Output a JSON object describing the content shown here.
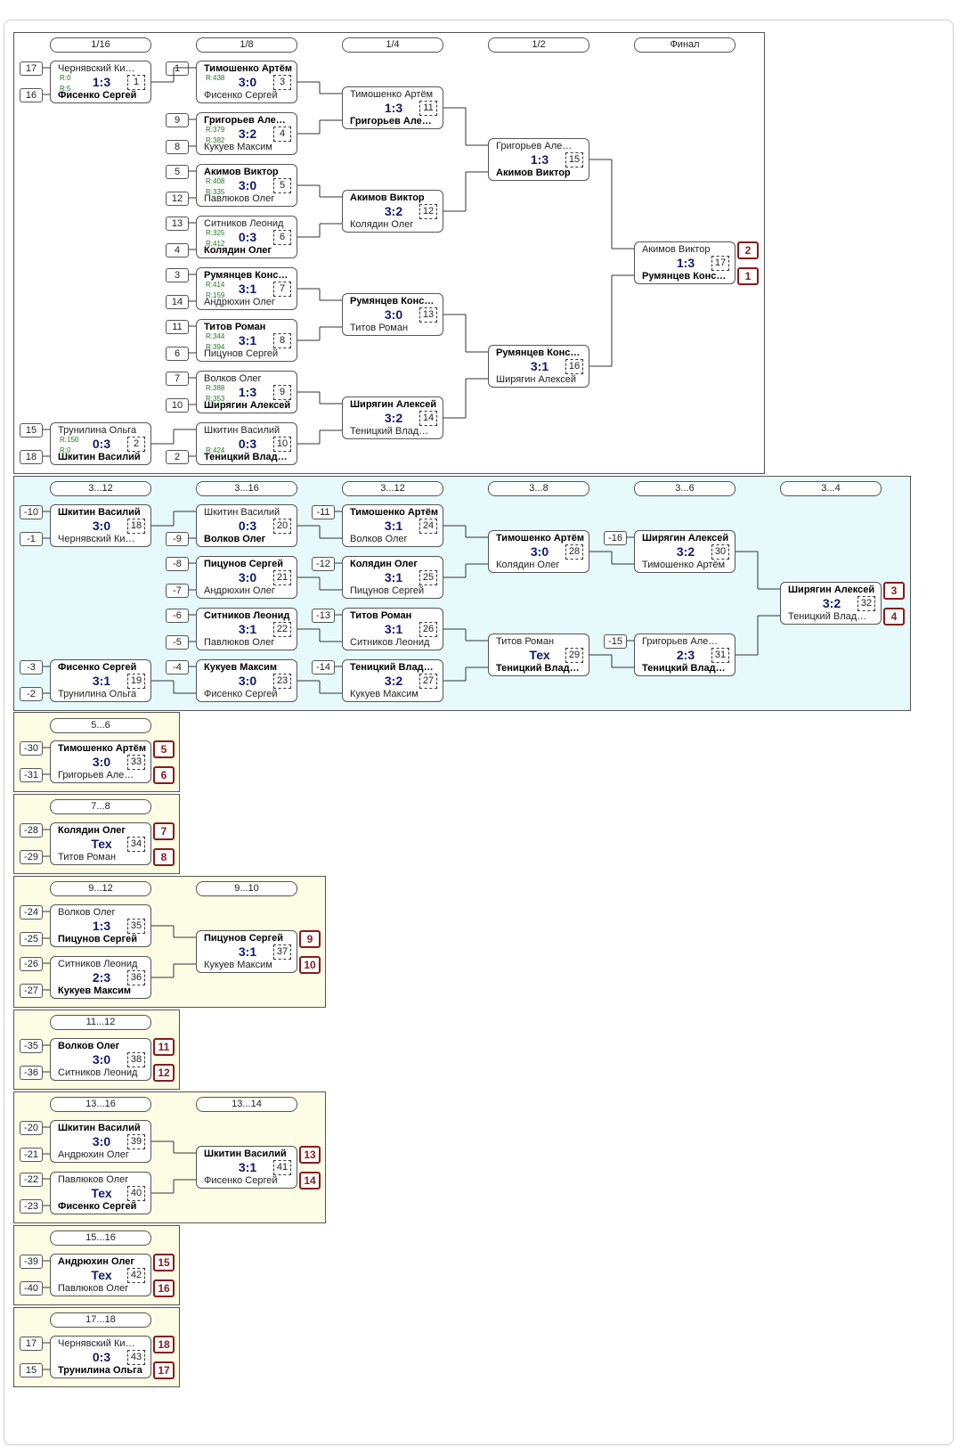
{
  "sections": [
    {
      "id": "main",
      "bg": "#ffffff",
      "headers": [
        "1/16",
        "1/8",
        "1/4",
        "1/2",
        "Финал"
      ],
      "matches": [
        {
          "p1": "Чернявский Ки…",
          "p2": "Фисенко Сергей",
          "w": 2,
          "score": "1:3",
          "no": "1",
          "r1": "R:0",
          "r2": "R:5",
          "s1": "17",
          "s2": "16"
        },
        {
          "p1": "Трунилина Ольга",
          "p2": "Шкитин Василий",
          "w": 2,
          "score": "0:3",
          "no": "2",
          "r1": "R:150",
          "r2": "R:0",
          "s1": "15",
          "s2": "18"
        },
        {
          "p1": "Тимошенко Артём",
          "p2": "Фисенко Сергей",
          "w": 1,
          "score": "3:0",
          "no": "3",
          "r1": "R:438",
          "r2": "",
          "s1": "1",
          "s2": ""
        },
        {
          "p1": "Григорьев Але…",
          "p2": "Кукуев Максим",
          "w": 1,
          "score": "3:2",
          "no": "4",
          "r1": "R:379",
          "r2": "R:382",
          "s1": "9",
          "s2": "8"
        },
        {
          "p1": "Акимов Виктор",
          "p2": "Павлюков Олег",
          "w": 1,
          "score": "3:0",
          "no": "5",
          "r1": "R:408",
          "r2": "R:335",
          "s1": "5",
          "s2": "12"
        },
        {
          "p1": "Ситников Леонид",
          "p2": "Колядин Олег",
          "w": 2,
          "score": "0:3",
          "no": "6",
          "r1": "R:325",
          "r2": "R:412",
          "s1": "13",
          "s2": "4"
        },
        {
          "p1": "Румянцев Конс…",
          "p2": "Андрюхин Олег",
          "w": 1,
          "score": "3:1",
          "no": "7",
          "r1": "R:414",
          "r2": "R:159",
          "s1": "3",
          "s2": "14"
        },
        {
          "p1": "Титов Роман",
          "p2": "Пицунов Сергей",
          "w": 1,
          "score": "3:1",
          "no": "8",
          "r1": "R:344",
          "r2": "R:394",
          "s1": "11",
          "s2": "6"
        },
        {
          "p1": "Волков Олег",
          "p2": "Ширягин Алексей",
          "w": 2,
          "score": "1:3",
          "no": "9",
          "r1": "R:388",
          "r2": "R:353",
          "s1": "7",
          "s2": "10"
        },
        {
          "p1": "Шкитин Василий",
          "p2": "Теницкий Влад…",
          "w": 2,
          "score": "0:3",
          "no": "10",
          "r1": "",
          "r2": "R:424",
          "s1": "",
          "s2": "2"
        },
        {
          "p1": "Тимошенко Артём",
          "p2": "Григорьев Але…",
          "w": 2,
          "score": "1:3",
          "no": "11"
        },
        {
          "p1": "Акимов Виктор",
          "p2": "Колядин Олег",
          "w": 1,
          "score": "3:2",
          "no": "12"
        },
        {
          "p1": "Румянцев Конс…",
          "p2": "Титов Роман",
          "w": 1,
          "score": "3:0",
          "no": "13"
        },
        {
          "p1": "Ширягин Алексей",
          "p2": "Теницкий Влад…",
          "w": 1,
          "score": "3:2",
          "no": "14"
        },
        {
          "p1": "Григорьев Але…",
          "p2": "Акимов Виктор",
          "w": 2,
          "score": "1:3",
          "no": "15"
        },
        {
          "p1": "Румянцев Конс…",
          "p2": "Ширягин Алексей",
          "w": 1,
          "score": "3:1",
          "no": "16"
        },
        {
          "p1": "Акимов Виктор",
          "p2": "Румянцев Конс…",
          "w": 2,
          "score": "1:3",
          "no": "17",
          "pl1": "2",
          "pl2": "1"
        }
      ]
    },
    {
      "id": "s3_4",
      "bg": "#e6fafb",
      "headers": [
        "3...12",
        "3...16",
        "3...12",
        "3...8",
        "3...6",
        "3...4"
      ],
      "matches": [
        {
          "p1": "Шкитин Василий",
          "p2": "Чернявский Ки…",
          "w": 1,
          "score": "3:0",
          "no": "18",
          "s1": "-10",
          "s2": "-1"
        },
        {
          "p1": "Фисенко Сергей",
          "p2": "Трунилина Ольга",
          "w": 1,
          "score": "3:1",
          "no": "19",
          "s1": "-3",
          "s2": "-2"
        },
        {
          "p1": "Шкитин Василий",
          "p2": "Волков Олег",
          "w": 2,
          "score": "0:3",
          "no": "20",
          "s1": "",
          "s2": "-9"
        },
        {
          "p1": "Пицунов Сергей",
          "p2": "Андрюхин Олег",
          "w": 1,
          "score": "3:0",
          "no": "21",
          "s1": "-8",
          "s2": "-7"
        },
        {
          "p1": "Ситников Леонид",
          "p2": "Павлюков Олег",
          "w": 1,
          "score": "3:1",
          "no": "22",
          "s1": "-6",
          "s2": "-5"
        },
        {
          "p1": "Кукуев Максим",
          "p2": "Фисенко Сергей",
          "w": 1,
          "score": "3:0",
          "no": "23",
          "s1": "-4",
          "s2": ""
        },
        {
          "p1": "Тимошенко Артём",
          "p2": "Волков Олег",
          "w": 1,
          "score": "3:1",
          "no": "24",
          "s1": "-11",
          "s2": ""
        },
        {
          "p1": "Колядин Олег",
          "p2": "Пицунов Сергей",
          "w": 1,
          "score": "3:1",
          "no": "25",
          "s1": "-12",
          "s2": ""
        },
        {
          "p1": "Титов Роман",
          "p2": "Ситников Леонид",
          "w": 1,
          "score": "3:1",
          "no": "26",
          "s1": "-13",
          "s2": ""
        },
        {
          "p1": "Теницкий Влад…",
          "p2": "Кукуев Максим",
          "w": 1,
          "score": "3:2",
          "no": "27",
          "s1": "-14",
          "s2": ""
        },
        {
          "p1": "Тимошенко Артём",
          "p2": "Колядин Олег",
          "w": 1,
          "score": "3:0",
          "no": "28"
        },
        {
          "p1": "Титов Роман",
          "p2": "Теницкий Влад…",
          "w": 2,
          "score": "Тех",
          "no": "29"
        },
        {
          "p1": "Ширягин Алексей",
          "p2": "Тимошенко Артём",
          "w": 1,
          "score": "3:2",
          "no": "30",
          "s1": "-16",
          "s2": ""
        },
        {
          "p1": "Григорьев Але…",
          "p2": "Теницкий Влад…",
          "w": 2,
          "score": "2:3",
          "no": "31",
          "s1": "-15",
          "s2": ""
        },
        {
          "p1": "Ширягин Алексей",
          "p2": "Теницкий Влад…",
          "w": 1,
          "score": "3:2",
          "no": "32",
          "pl1": "3",
          "pl2": "4"
        }
      ]
    },
    {
      "id": "s5_6",
      "bg": "#fdfde6",
      "headers": [
        "5...6"
      ],
      "matches": [
        {
          "p1": "Тимошенко Артём",
          "p2": "Григорьев Але…",
          "w": 1,
          "score": "3:0",
          "no": "33",
          "s1": "-30",
          "s2": "-31",
          "pl1": "5",
          "pl2": "6"
        }
      ]
    },
    {
      "id": "s7_8",
      "bg": "#fdfde6",
      "headers": [
        "7...8"
      ],
      "matches": [
        {
          "p1": "Колядин Олег",
          "p2": "Титов Роман",
          "w": 1,
          "score": "Тех",
          "no": "34",
          "s1": "-28",
          "s2": "-29",
          "pl1": "7",
          "pl2": "8"
        }
      ]
    },
    {
      "id": "s9_12",
      "bg": "#fdfde6",
      "headers": [
        "9...12",
        "9...10"
      ],
      "matches": [
        {
          "p1": "Волков Олег",
          "p2": "Пицунов Сергей",
          "w": 2,
          "score": "1:3",
          "no": "35",
          "s1": "-24",
          "s2": "-25"
        },
        {
          "p1": "Ситников Леонид",
          "p2": "Кукуев Максим",
          "w": 2,
          "score": "2:3",
          "no": "36",
          "s1": "-26",
          "s2": "-27"
        },
        {
          "p1": "Пицунов Сергей",
          "p2": "Кукуев Максим",
          "w": 1,
          "score": "3:1",
          "no": "37",
          "pl1": "9",
          "pl2": "10"
        }
      ]
    },
    {
      "id": "s11_12",
      "bg": "#fdfde6",
      "headers": [
        "11...12"
      ],
      "matches": [
        {
          "p1": "Волков Олег",
          "p2": "Ситников Леонид",
          "w": 1,
          "score": "3:0",
          "no": "38",
          "s1": "-35",
          "s2": "-36",
          "pl1": "11",
          "pl2": "12"
        }
      ]
    },
    {
      "id": "s13_16",
      "bg": "#fdfde6",
      "headers": [
        "13...16",
        "13...14"
      ],
      "matches": [
        {
          "p1": "Шкитин Василий",
          "p2": "Андрюхин Олег",
          "w": 1,
          "score": "3:0",
          "no": "39",
          "s1": "-20",
          "s2": "-21"
        },
        {
          "p1": "Павлюков Олег",
          "p2": "Фисенко Сергей",
          "w": 2,
          "score": "Тех",
          "no": "40",
          "s1": "-22",
          "s2": "-23"
        },
        {
          "p1": "Шкитин Василий",
          "p2": "Фисенко Сергей",
          "w": 1,
          "score": "3:1",
          "no": "41",
          "pl1": "13",
          "pl2": "14"
        }
      ]
    },
    {
      "id": "s15_16",
      "bg": "#fdfde6",
      "headers": [
        "15...16"
      ],
      "matches": [
        {
          "p1": "Андрюхин Олег",
          "p2": "Павлюков Олег",
          "w": 1,
          "score": "Тех",
          "no": "42",
          "s1": "-39",
          "s2": "-40",
          "pl1": "15",
          "pl2": "16"
        }
      ]
    },
    {
      "id": "s17_18",
      "bg": "#fdfde6",
      "headers": [
        "17...18"
      ],
      "matches": [
        {
          "p1": "Чернявский Ки…",
          "p2": "Трунилина Ольга",
          "w": 2,
          "score": "0:3",
          "no": "43",
          "s1": "17",
          "s2": "15",
          "pl1": "18",
          "pl2": "17"
        }
      ]
    }
  ]
}
